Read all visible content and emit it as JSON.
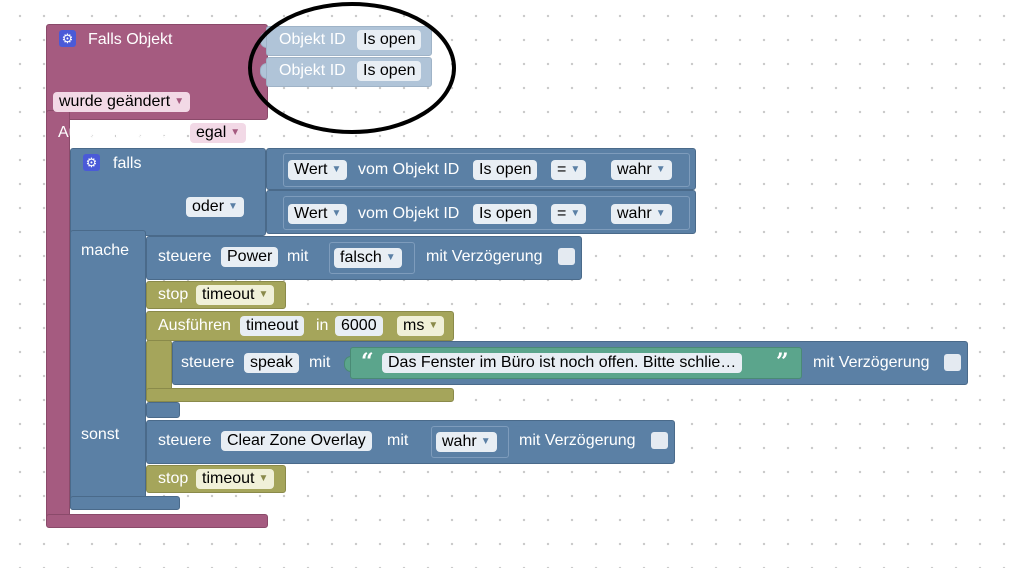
{
  "event_block": {
    "title": "Falls Objekt",
    "object_label": "Objekt ID",
    "objects": [
      "Is open",
      "Is open"
    ],
    "trigger_mode": "wurde geändert",
    "trigger_by_label": "Auslösung durch",
    "trigger_by_value": "egal"
  },
  "if_block": {
    "if_label": "falls",
    "or_label": "oder",
    "do_label": "mache",
    "else_label": "sonst",
    "conditions": [
      {
        "value_dropdown": "Wert",
        "from_label": "vom Objekt ID",
        "object": "Is open",
        "operator": "=",
        "compare": "wahr"
      },
      {
        "value_dropdown": "Wert",
        "from_label": "vom Objekt ID",
        "object": "Is open",
        "operator": "=",
        "compare": "wahr"
      }
    ]
  },
  "do_statements": {
    "control_power": {
      "prefix": "steuere",
      "target": "Power",
      "with": "mit",
      "value": "falsch",
      "delay_label": "mit Verzögerung"
    },
    "stop_timeout": {
      "prefix": "stop",
      "name": "timeout"
    },
    "run_timeout": {
      "prefix": "Ausführen",
      "name": "timeout",
      "in": "in",
      "amount": "6000",
      "unit": "ms"
    },
    "control_speak": {
      "prefix": "steuere",
      "target": "speak",
      "with": "mit",
      "text": "Das Fenster im Büro ist noch offen. Bitte schlie…",
      "delay_label": "mit Verzögerung"
    }
  },
  "else_statements": {
    "control_overlay": {
      "prefix": "steuere",
      "target": "Clear Zone Overlay",
      "with": "mit",
      "value": "wahr",
      "delay_label": "mit Verzögerung"
    },
    "stop_timeout": {
      "prefix": "stop",
      "name": "timeout"
    }
  },
  "icons": {
    "gear": "gear-icon",
    "dropdown": "dropdown-arrow-icon",
    "checkbox": "checkbox-icon"
  },
  "colors": {
    "event": "#a55b80",
    "logic": "#5b80a5",
    "timer": "#a5a55b",
    "text": "#5ba58c",
    "annotation_circle": "#000000"
  }
}
